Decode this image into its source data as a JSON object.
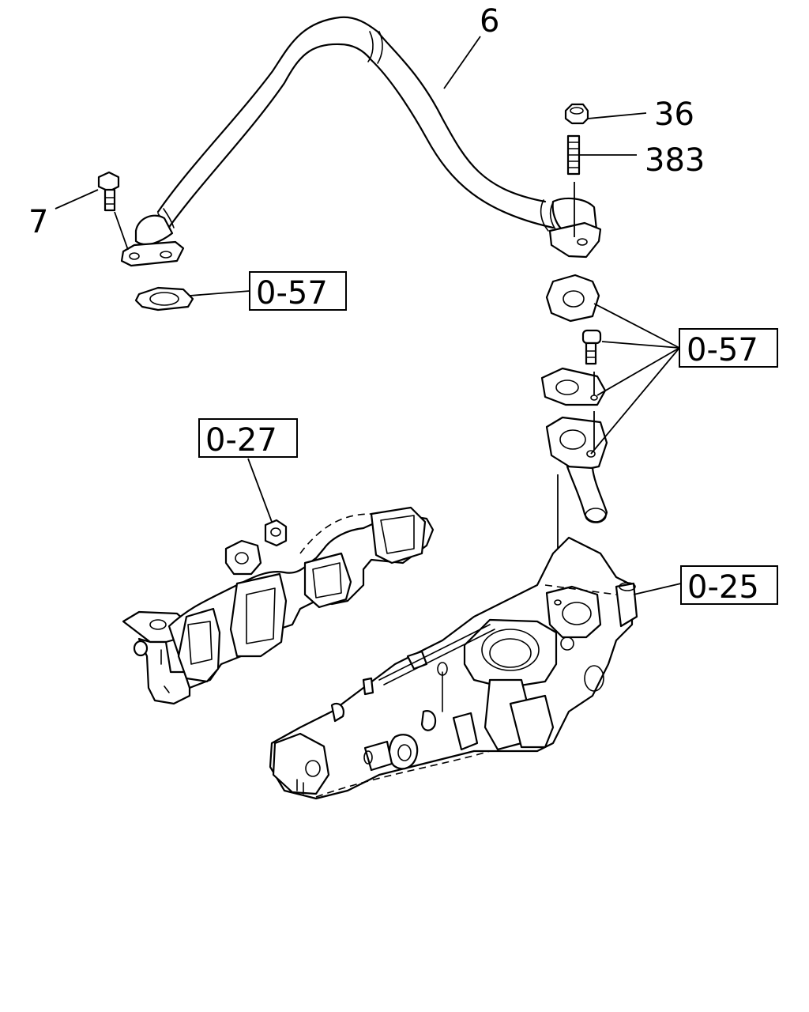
{
  "callouts": {
    "hose": "6",
    "bolt": "7",
    "nut": "36",
    "stud": "383"
  },
  "reference_boxes": {
    "gasket_left": "0-57",
    "gasket_group_right": "0-57",
    "exhaust_manifold": "0-27",
    "intake_manifold": "0-25"
  }
}
